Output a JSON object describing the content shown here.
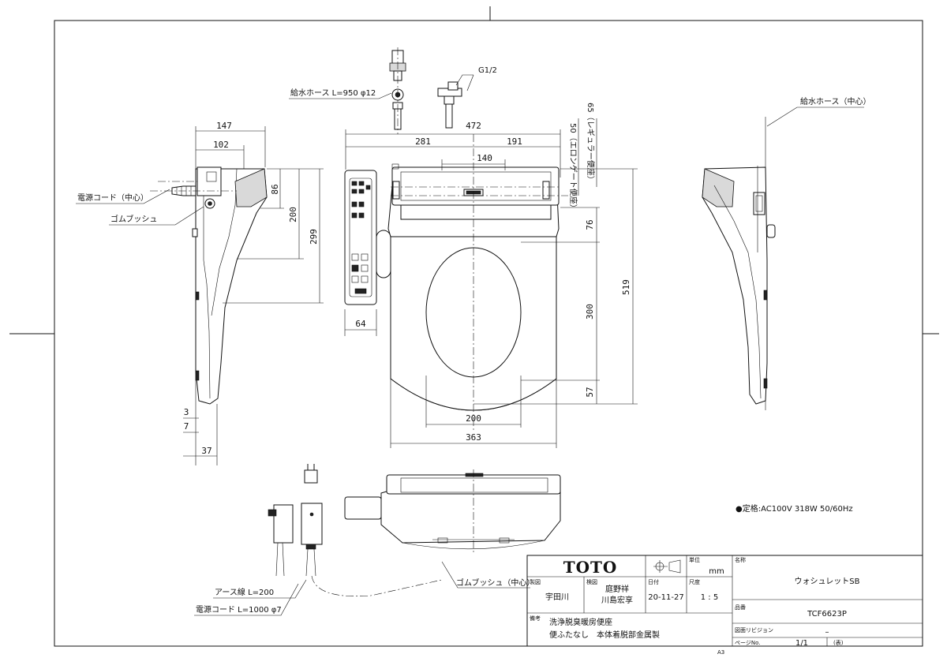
{
  "dimensions": {
    "d147": "147",
    "d102": "102",
    "d86": "86",
    "d200v": "200",
    "d299": "299",
    "d3": "3",
    "d7": "7",
    "d37": "37",
    "d472": "472",
    "d281": "281",
    "d191": "191",
    "d140": "140",
    "d64": "64",
    "d200h": "200",
    "d363": "363",
    "d50": "50（エロンゲート便座）",
    "d65": "65（レギュラー便座）",
    "d76": "76",
    "d300": "300",
    "d57": "57",
    "d519": "519"
  },
  "labels": {
    "supply_hose_left": "給水ホース L=950 φ12",
    "g12": "G1/2",
    "supply_hose_right": "給水ホース（中心）",
    "power_cord_center": "電源コード（中心）",
    "rubber_bush_left": "ゴムブッシュ",
    "rubber_bush_bottom": "ゴムブッシュ（中心）",
    "earth_wire": "アース線 L=200",
    "power_cord_len": "電源コード L=1000 φ7",
    "rating": "●定格:AC100V 318W 50/60Hz"
  },
  "title_block": {
    "logo": "TOTO",
    "unit_label": "単位",
    "unit": "mm",
    "name_label": "名称",
    "name": "ウォシュレットSB",
    "drawn_label": "製図",
    "drawn": "宇田川",
    "checked_label": "検図",
    "checked_1": "庭野祥",
    "checked_2": "川島宏享",
    "date_label": "日付",
    "date": "20-11-27",
    "scale_label": "尺度",
    "scale": "1 : 5",
    "part_no_label": "品番",
    "part_no": "TCF6623P",
    "remarks_label": "備考",
    "remarks_1": "洗浄脱臭暖房便座",
    "remarks_2": "便ふたなし　本体着脱部金属製",
    "revision_label": "図面リビジョン",
    "revision": "–",
    "sheet_size": "A3",
    "page_label": "ページNo.",
    "page": "1/1",
    "page_note": "(表)"
  },
  "colors": {
    "line": "#111111",
    "background": "#ffffff",
    "fill": "#d9d9d9"
  }
}
